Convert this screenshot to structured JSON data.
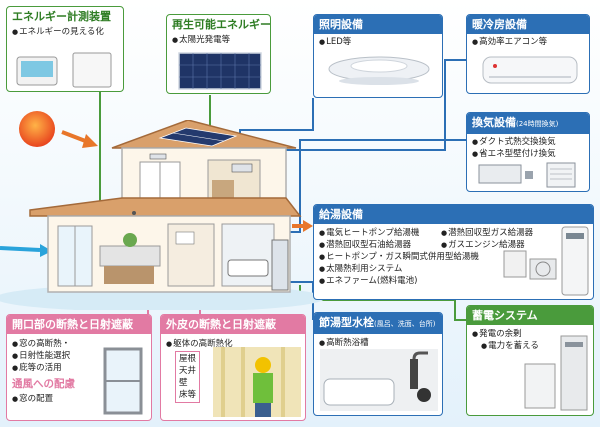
{
  "boxes": {
    "energy_monitor": {
      "title": "エネルギー計測装置",
      "items": [
        "エネルギーの見える化"
      ]
    },
    "renewable": {
      "title": "再生可能エネルギー",
      "items": [
        "太陽光発電等"
      ]
    },
    "lighting": {
      "title": "照明設備",
      "items": [
        "LED等"
      ]
    },
    "hvac": {
      "title": "暖冷房設備",
      "items": [
        "高効率エアコン等"
      ]
    },
    "ventilation": {
      "title": "換気設備",
      "note": "(24時間換気)",
      "items": [
        "ダクト式熱交換換気",
        "省エネ型壁付け換気"
      ]
    },
    "water_heating": {
      "title": "給湯設備",
      "items_left": [
        "電気ヒートポンプ給湯機",
        "潜熱回収型石油給湯器",
        "ヒートポンプ・ガス瞬間式併用型給湯機",
        "太陽熱利用システム",
        "エネファーム(燃料電池)"
      ],
      "items_right": [
        "潜熱回収型ガス給湯器",
        "ガスエンジン給湯器"
      ]
    },
    "opening": {
      "title": "開口部の断熱と日射遮蔽",
      "items": [
        "窓の高断熱・",
        "日射性能選択",
        "庇等の活用"
      ],
      "subtitle": "通風への配慮",
      "items2": [
        "窓の配置"
      ]
    },
    "envelope": {
      "title": "外皮の断熱と日射遮蔽",
      "items": [
        "躯体の高断熱化"
      ],
      "parts": [
        "屋根",
        "天井",
        "壁",
        "床等"
      ]
    },
    "faucet": {
      "title": "節湯型水栓",
      "note": "(風呂、洗面、台所)",
      "items": [
        "高断熱浴槽"
      ]
    },
    "storage": {
      "title": "蓄電システム",
      "items": [
        "発電の余剰",
        "電力を蓄える"
      ]
    }
  },
  "colors": {
    "green": "#4a9b3c",
    "blue": "#2c6fb5",
    "pink": "#e27aa3",
    "orange": "#e8762a"
  },
  "icons": [
    "sun-icon",
    "house-illustration",
    "energy-monitor-device",
    "solar-panel",
    "ceiling-light",
    "air-conditioner",
    "ventilation-unit",
    "water-heater",
    "window-frame",
    "insulation-worker",
    "faucet-bathtub",
    "storage-battery"
  ]
}
